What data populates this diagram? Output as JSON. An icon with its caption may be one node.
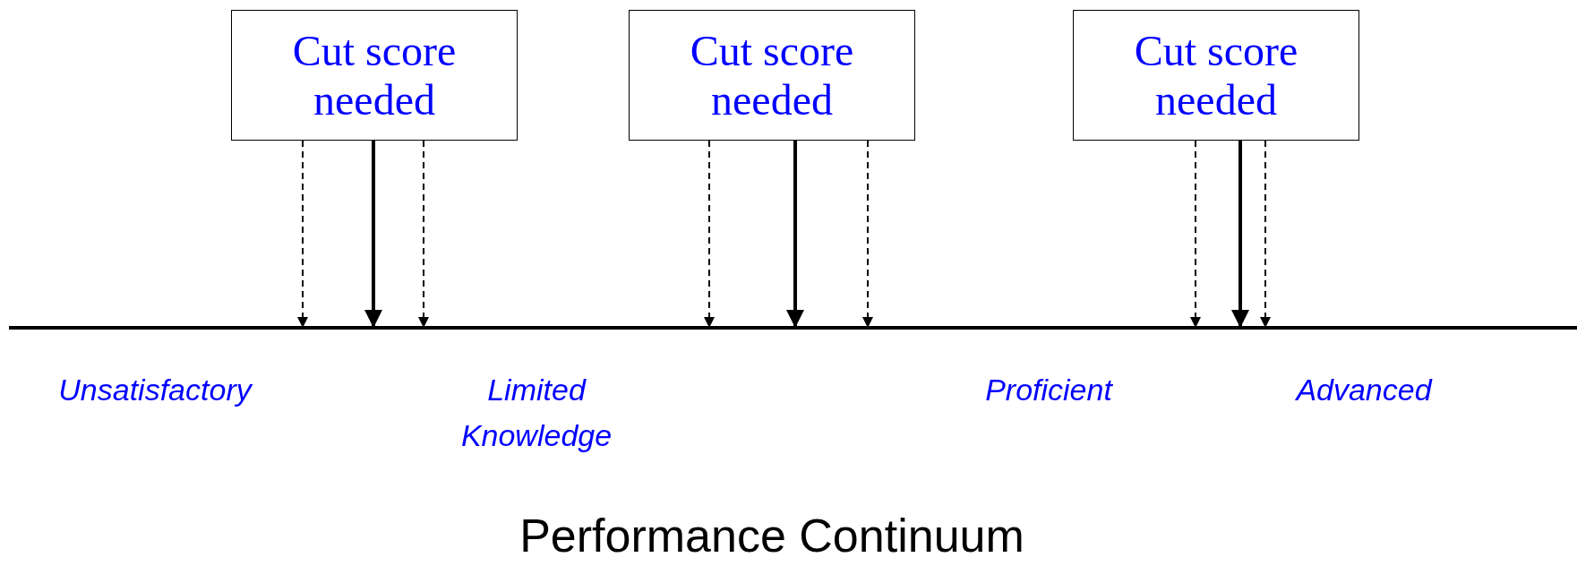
{
  "diagram": {
    "caption": "Performance Continuum",
    "nodes": [
      {
        "text": [
          "Cut score needed"
        ]
      },
      {
        "text": [
          "Cut score needed"
        ]
      },
      {
        "text": [
          "Cut score needed"
        ]
      },
      {
        "text": [],
        "shape": "bar"
      }
    ],
    "edges": [
      {
        "from": 0,
        "to": 3,
        "arrow": "to",
        "style": "dashed"
      },
      {
        "from": 0,
        "to": 3,
        "arrow": "to"
      },
      {
        "from": 0,
        "to": 3,
        "arrow": "to",
        "style": "dashed"
      },
      {
        "from": 1,
        "to": 3,
        "arrow": "to",
        "style": "dashed"
      },
      {
        "from": 1,
        "to": 3,
        "arrow": "to"
      },
      {
        "from": 1,
        "to": 3,
        "arrow": "to",
        "style": "dashed"
      },
      {
        "from": 2,
        "to": 3,
        "arrow": "to",
        "style": "dashed"
      },
      {
        "from": 2,
        "to": 3,
        "arrow": "to"
      },
      {
        "from": 2,
        "to": 3,
        "arrow": "to",
        "style": "dashed"
      }
    ],
    "labels": [
      "Unsatisfactory",
      "Limited Knowledge",
      "Proficient",
      "Advanced"
    ]
  }
}
